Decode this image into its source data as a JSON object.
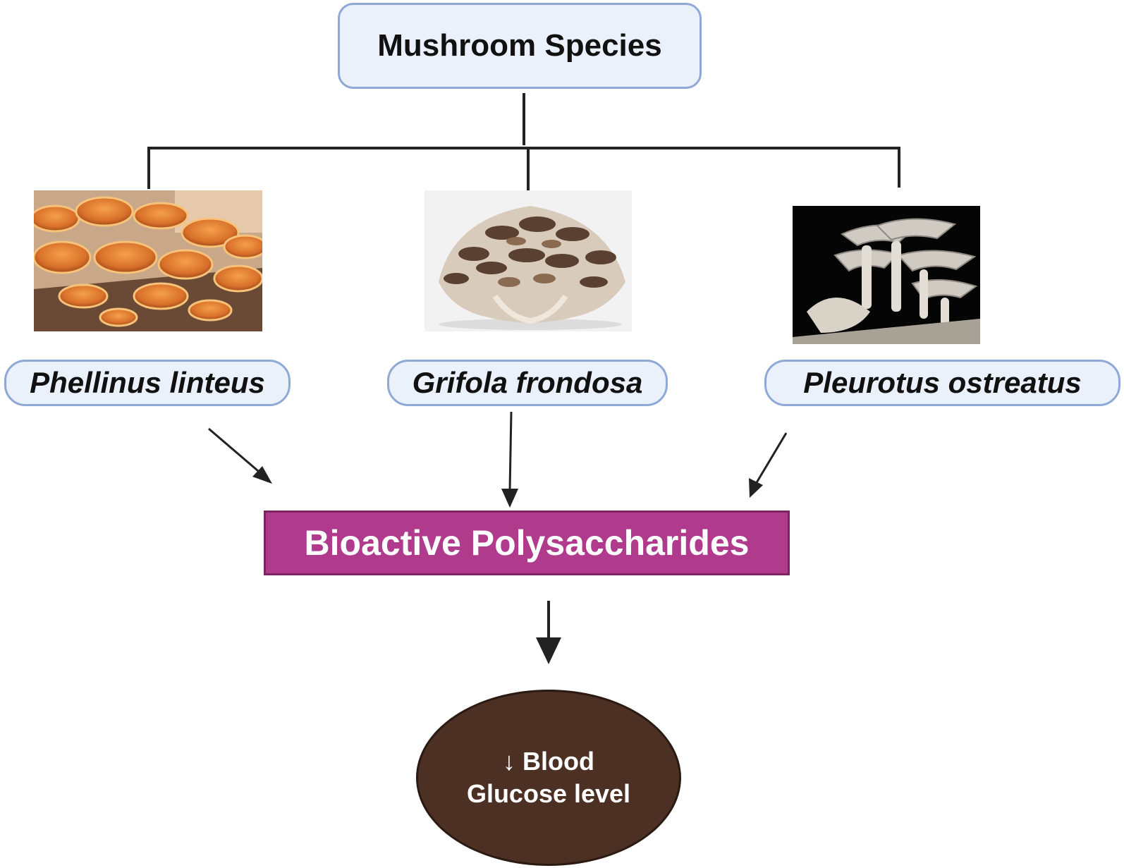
{
  "root": {
    "label": "Mushroom Species"
  },
  "species": [
    {
      "name": "Phellinus linteus",
      "photo_icon": "phellinus-mushroom-photo"
    },
    {
      "name": "Grifola frondosa",
      "photo_icon": "grifola-mushroom-photo"
    },
    {
      "name": "Pleurotus ostreatus",
      "photo_icon": "pleurotus-mushroom-photo"
    }
  ],
  "center": {
    "label": "Bioactive Polysaccharides"
  },
  "outcome": {
    "line1": "↓ Blood",
    "line2": "Glucose level"
  },
  "colors": {
    "pill_fill": "#eaf1fb",
    "pill_border": "#8fa9d6",
    "center_fill": "#b03a8c",
    "outcome_fill": "#4c3024",
    "line": "#222222"
  }
}
